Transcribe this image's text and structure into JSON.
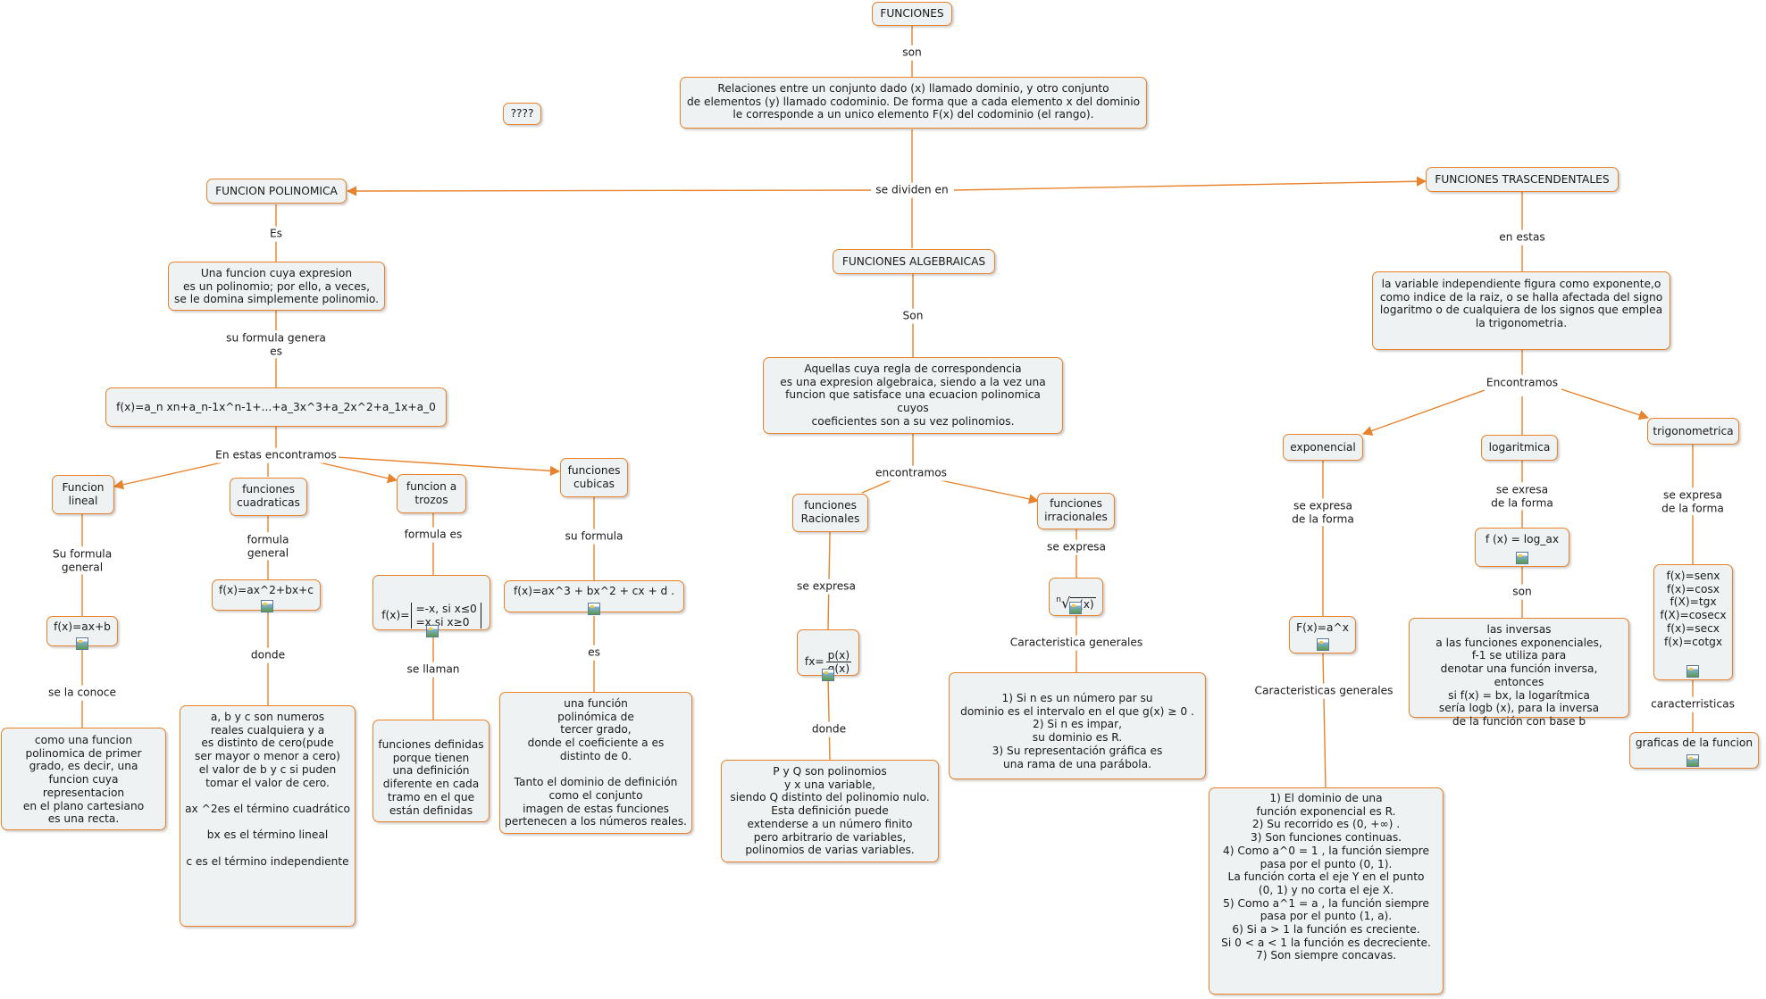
{
  "accent_color": "#e8822b",
  "node_fill": "#eef2f2",
  "nodes": {
    "funciones": "FUNCIONES",
    "definicion": "Relaciones entre un conjunto dado (x) llamado dominio, y otro conjunto\nde elementos (y) llamado codominio. De forma que a cada elemento x del dominio\nle corresponde a un unico elemento F(x) del codominio (el rango).",
    "interrogante": "????",
    "polinomica": "FUNCION POLINOMICA",
    "trascendentales": "FUNCIONES TRASCENDENTALES",
    "algebraicas": "FUNCIONES ALGEBRAICAS",
    "poli_def": "Una funcion cuya expresion\nes un polinomio; por ello, a veces,\nse le domina simplemente polinomio.",
    "poli_formula": "f(x)=a_n xn+a_n-1x^n-1+...+a_3x^3+a_2x^2+a_1x+a_0",
    "alg_def": "Aquellas cuya regla de correspondencia\nes una expresion algebraica, siendo a la vez una\nfuncion que satisface una ecuacion polinomica cuyos\ncoeficientes son a su vez polinomios.",
    "tras_def": "la variable independiente figura como exponente,o\ncomo indice de la raiz, o se halla afectada del signo\nlogaritmo o de cualquiera de los signos que emplea\nla trigonometria.",
    "lineal": "Funcion\nlineal",
    "cuadraticas": "funciones\ncuadraticas",
    "trozos": "funcion a\ntrozos",
    "cubicas": "funciones\ncubicas",
    "racionales": "funciones\nRacionales",
    "irracionales": "funciones\nirracionales",
    "exponencial": "exponencial",
    "logaritmica": "logaritmica",
    "trigonometrica": "trigonometrica",
    "lineal_formula": "f(x)=ax+b",
    "cuad_formula": "f(x)=ax^2+bx+c",
    "cubica_formula": "f(x)=ax^3 + bx^2 + cx + d .",
    "exp_formula": "F(x)=a^x",
    "log_formula": "f (x) = log_ax",
    "trig_formula": "f(x)=senx\nf(x)=cosx\nf(X)=tgx\nf(X)=cosecx\nf(x)=secx\nf(x)=cotgx",
    "lineal_desc": "como una funcion\npolinomica de primer\ngrado, es decir, una\nfuncion cuya representacion\nen el plano cartesiano\nes una recta.",
    "cuad_desc": "a, b y c son numeros\nreales cualquiera y a\nes distinto de cero(pude\nser mayor o menor a cero)\nel valor de b y c si puden\ntomar el valor de cero.\n\nax ^2es el término cuadrático\n\nbx es el término lineal\n\nc es el término independiente",
    "trozos_desc": "funciones definidas\nporque tienen\nuna definición\ndiferente en cada\ntramo en el que\nestán definidas",
    "cubica_desc": "una función\npolinómica de\ntercer grado,\ndonde el coeficiente a es\ndistinto de 0.\n\nTanto el dominio de definición\ncomo el conjunto\nimagen de estas funciones\npertenecen a los números reales.",
    "rac_desc": "P y Q son polinomios\ny x una variable,\nsiendo Q distinto del polinomio nulo.\nEsta definición puede\nextenderse a un número finito\npero arbitrario de variables,\npolinomios de varias variables.",
    "irr_desc": "1) Si   n   es un número par su\ndominio es el intervalo en el que   g(x) ≥ 0 .\n2) Si   n   es impar,\nsu dominio es R.\n3) Su representación gráfica es\nuna rama de una parábola.",
    "exp_desc": "1) El dominio de una\nfunción exponencial es R.\n2) Su recorrido es   (0, +∞) .\n3) Son funciones continuas.\n4) Como   a^0 = 1 , la función siempre\npasa por el punto   (0, 1).\nLa función corta el eje Y en el punto\n(0, 1)   y no corta el eje X.\n5) Como   a^1 = a , la función siempre\npasa por el punto   (1, a).\n6) Si   a > 1   la función es creciente.\nSi   0 < a < 1   la función es decreciente.\n7) Son siempre concavas.",
    "log_desc": "las inversas\na las funciones exponenciales,\nf-1 se utiliza para\ndenotar una función inversa, entonces\nsi f(x) = bx, la logarítmica\nsería logb (x), para la inversa\nde la función con base b",
    "trig_graficas": "graficas de la funcion"
  },
  "math": {
    "trozos_prefix": "f(x)=",
    "trozos_case1": "=-x, si x≤0",
    "trozos_case2": "=x,si x≥0",
    "rac_prefix": "fx=",
    "rac_num": "p(x)",
    "rac_den": "q(x)",
    "irr_index": "n",
    "irr_radical": "√",
    "irr_arg": "g(x)"
  },
  "links": {
    "son": "son",
    "se_dividen": "se dividen en",
    "es_poli": "Es",
    "formula_genera": "su formula genera\nes",
    "en_estas_encontramos": "En estas encontramos",
    "son_alg": "Son",
    "encontramos": "encontramos",
    "en_estas": "en estas",
    "encontramos_tras": "Encontramos",
    "su_formula_general": "Su formula\ngeneral",
    "formula_general": "formula\ngeneral",
    "formula_es": "formula es",
    "su_formula": "su formula",
    "se_expresa_rac": "se expresa",
    "se_expresa_irr": "se expresa",
    "se_expresa_exp": "se expresa\nde la forma",
    "se_exresa_log": "se exresa\nde la forma",
    "se_expresa_trig": "se expresa\nde la forma",
    "se_la_conoce": "se la conoce",
    "donde_cuad": "donde",
    "se_llaman": "se llaman",
    "es_cubica": "es",
    "donde_rac": "donde",
    "caracteristica_generales": "Caracteristica generales",
    "caracteristicas_generales": "Caracteristicas generales",
    "son_log": "son",
    "caracterristicas": "caracterristicas"
  }
}
